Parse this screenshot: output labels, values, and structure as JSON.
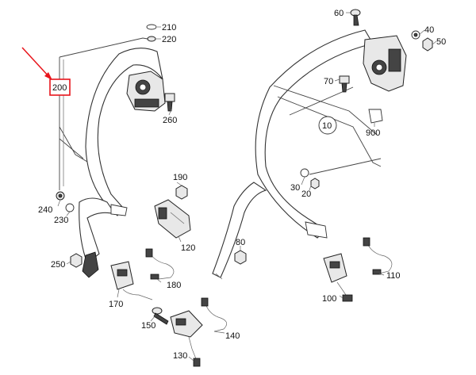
{
  "colors": {
    "highlight": "#e8141b",
    "ink": "#222222",
    "background": "#ffffff"
  },
  "diagram": {
    "highlighted_part": "200",
    "callouts": {
      "p210": "210",
      "p220": "220",
      "p200": "200",
      "p260": "260",
      "p240": "240",
      "p230": "230",
      "p190": "190",
      "p120": "120",
      "p250": "250",
      "p170": "170",
      "p180": "180",
      "p150": "150",
      "p140": "140",
      "p130": "130",
      "p60": "60",
      "p40": "40",
      "p50": "50",
      "p70": "70",
      "p900": "900",
      "p10": "10",
      "p30": "30",
      "p20": "20",
      "p80": "80",
      "p100": "100",
      "p110": "110"
    }
  }
}
